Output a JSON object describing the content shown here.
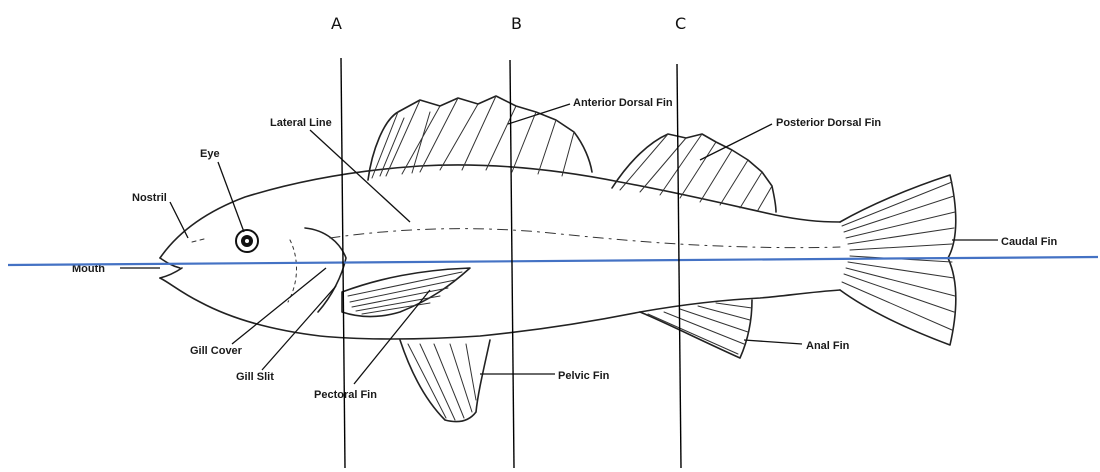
{
  "sections": [
    {
      "label": "A"
    },
    {
      "label": "B"
    },
    {
      "label": "C"
    }
  ],
  "labels": {
    "anterior_dorsal_fin": "Anterior Dorsal Fin",
    "lateral_line": "Lateral Line",
    "posterior_dorsal_fin": "Posterior Dorsal Fin",
    "eye": "Eye",
    "nostril": "Nostril",
    "caudal_fin": "Caudal Fin",
    "mouth": "Mouth",
    "anal_fin": "Anal Fin",
    "gill_cover": "Gill Cover",
    "gill_slit": "Gill Slit",
    "pelvic_fin": "Pelvic Fin",
    "pectoral_fin": "Pectoral Fin"
  },
  "colors": {
    "horizontal_line": "#4472c4",
    "vertical_lines": "#000000",
    "ink": "#222222"
  }
}
